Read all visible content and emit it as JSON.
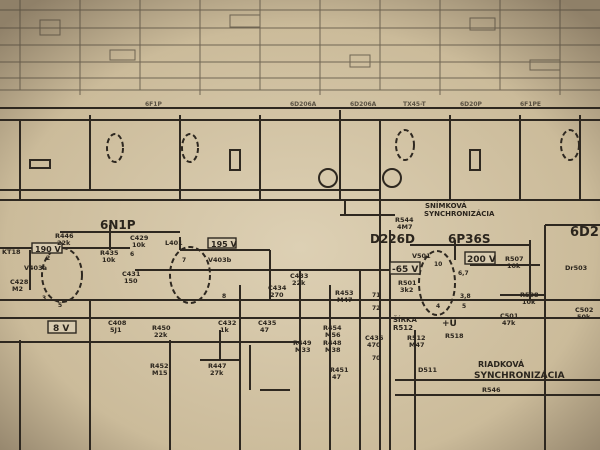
{
  "tubes": {
    "t1": "6N1P",
    "t2": "6P36S",
    "t3": "6D2",
    "diode": "D226D"
  },
  "top_labels": [
    "6F1P",
    "6D206A",
    "6D206A",
    "TX45-T",
    "6D20P",
    "6F1PE"
  ],
  "sections": {
    "frame_sync": [
      "SNÍMKOVÁ",
      "SYNCHRONIZÁCIA"
    ],
    "line_sync": [
      "RIADKOVÁ",
      "SYNCHRONIZÁCIA"
    ],
    "width": [
      "ŠÍRKA",
      "R512"
    ]
  },
  "voltages": {
    "v190": "190 V",
    "v195": "195 V",
    "v8": "8 V",
    "vm65": "-65 V",
    "v200": "200 V",
    "plus_u": "+U"
  },
  "components": [
    {
      "ref": "R446",
      "val": "22k"
    },
    {
      "ref": "R435",
      "val": "10k"
    },
    {
      "ref": "C429",
      "val": "10k"
    },
    {
      "ref": "L401",
      "val": ""
    },
    {
      "ref": "V403a",
      "val": ""
    },
    {
      "ref": "V403b",
      "val": ""
    },
    {
      "ref": "C431",
      "val": "150"
    },
    {
      "ref": "C408",
      "val": "5J1"
    },
    {
      "ref": "R450",
      "val": "22k"
    },
    {
      "ref": "R452",
      "val": "M15"
    },
    {
      "ref": "C432",
      "val": "1k"
    },
    {
      "ref": "R447",
      "val": "27k"
    },
    {
      "ref": "C434",
      "val": "270"
    },
    {
      "ref": "C433",
      "val": "22k"
    },
    {
      "ref": "R453",
      "val": "M47"
    },
    {
      "ref": "R454",
      "val": "M56"
    },
    {
      "ref": "R448",
      "val": "M38"
    },
    {
      "ref": "C436",
      "val": "470"
    },
    {
      "ref": "R451",
      "val": "47"
    },
    {
      "ref": "R449",
      "val": "M33"
    },
    {
      "ref": "V501",
      "val": ""
    },
    {
      "ref": "R501",
      "val": "3k2"
    },
    {
      "ref": "R544",
      "val": "4M7"
    },
    {
      "ref": "R507",
      "val": "10k"
    },
    {
      "ref": "R508",
      "val": "10k"
    },
    {
      "ref": "C501",
      "val": "47k"
    },
    {
      "ref": "Dr503",
      "val": ""
    },
    {
      "ref": "C502",
      "val": "50k"
    },
    {
      "ref": "R518",
      "val": ""
    },
    {
      "ref": "R512",
      "val": "M47"
    },
    {
      "ref": "D511",
      "val": ""
    },
    {
      "ref": "R546",
      "val": ""
    },
    {
      "ref": "KT18",
      "val": ""
    },
    {
      "ref": "C428",
      "val": "M2"
    },
    {
      "ref": "C435",
      "val": "47"
    }
  ],
  "pins": [
    "2",
    "3",
    "5",
    "6",
    "7",
    "8",
    "71",
    "72",
    "70",
    "10",
    "6,7",
    "3,8",
    "4",
    "5"
  ]
}
